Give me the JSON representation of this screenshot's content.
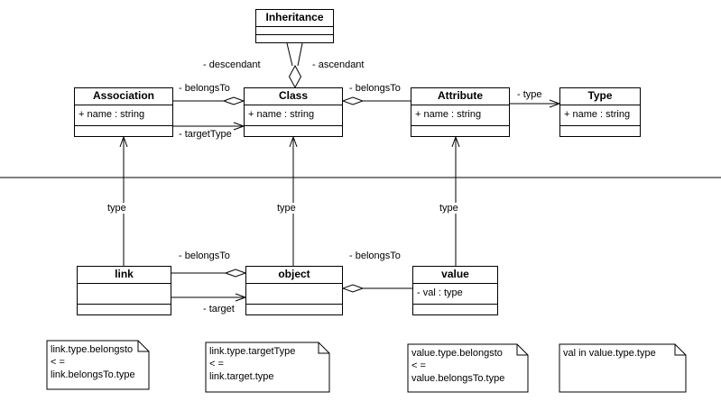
{
  "classes": {
    "inheritance": {
      "title": "Inheritance",
      "attr": ""
    },
    "association": {
      "title": "Association",
      "attr": "+ name : string"
    },
    "class": {
      "title": "Class",
      "attr": "+ name : string"
    },
    "attribute": {
      "title": "Attribute",
      "attr": "+ name : string"
    },
    "type": {
      "title": "Type",
      "attr": "+ name : string"
    },
    "link": {
      "title": "link",
      "attr": ""
    },
    "object": {
      "title": "object",
      "attr": ""
    },
    "value": {
      "title": "value",
      "attr": "- val : type"
    }
  },
  "edge_labels": {
    "descendant": "- descendant",
    "ascendant": "- ascendant",
    "association_belongsTo": "- belongsTo",
    "association_targetType": "- targetType",
    "attribute_belongsTo": "- belongsTo",
    "attribute_type": "- type",
    "link_type": "type",
    "object_type": "type",
    "value_type": "type",
    "link_belongsTo": "- belongsTo",
    "link_target": "- target",
    "value_belongsTo": "- belongsTo"
  },
  "notes": {
    "note1": {
      "lines": [
        "link.type.belongsto",
        "< =",
        "link.belongsTo.type"
      ]
    },
    "note2": {
      "lines": [
        "link.type.targetType",
        "< =",
        "link.target.type"
      ]
    },
    "note3": {
      "lines": [
        "value.type.belongsto",
        "< =",
        "value.belongsTo.type"
      ]
    },
    "note4": {
      "lines": [
        "val in value.type.type"
      ]
    }
  },
  "colors": {
    "line": "#000000",
    "box_bg": "#ffffff",
    "page_bg": "#ffffff"
  }
}
